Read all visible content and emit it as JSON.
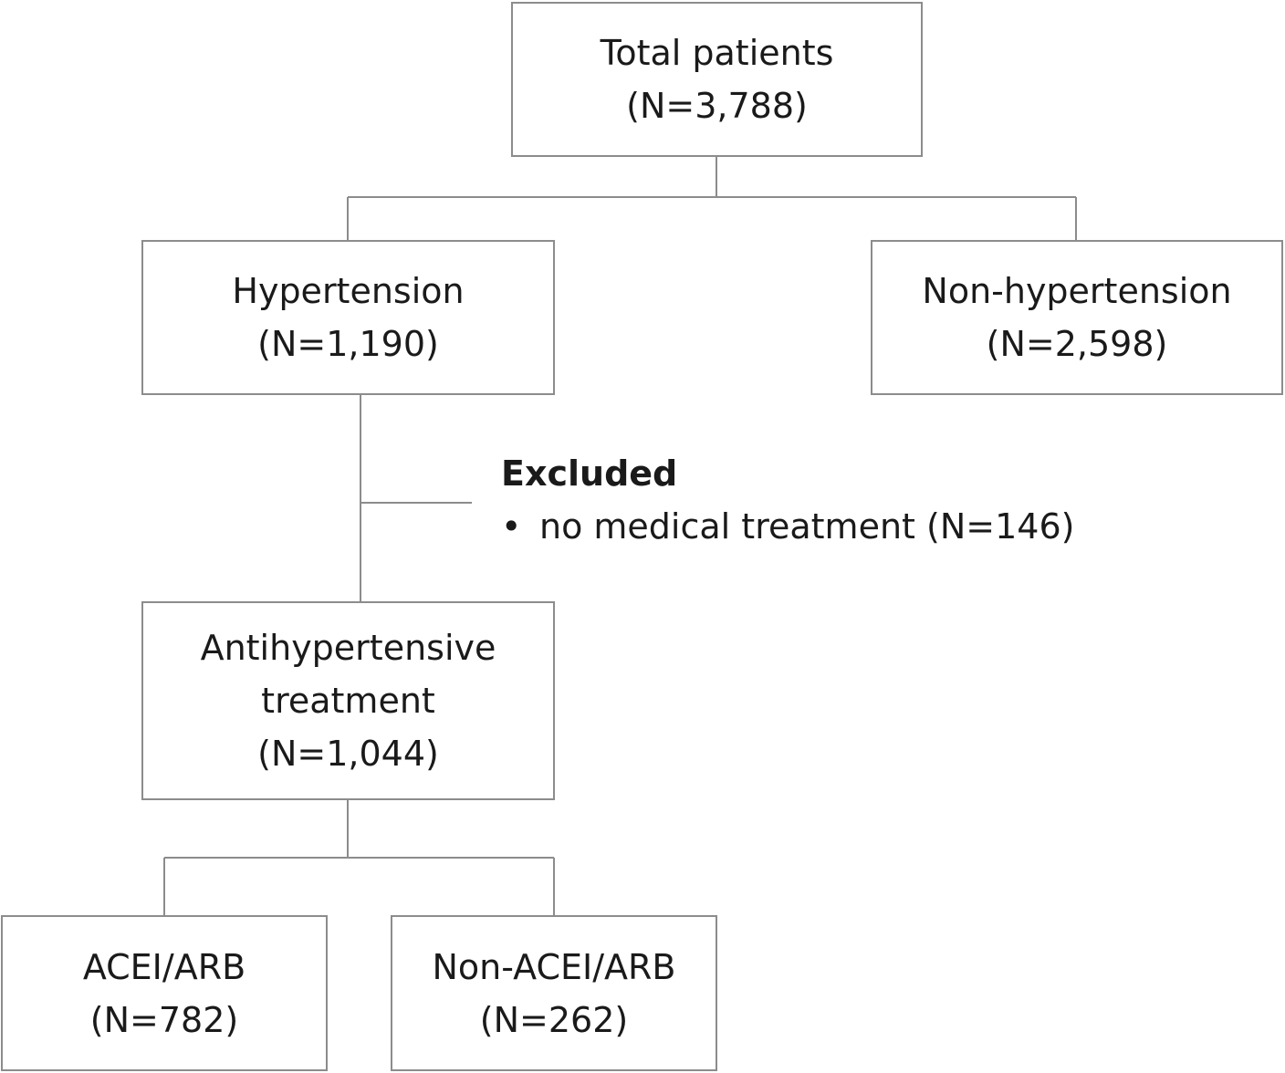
{
  "boxes": {
    "total": {
      "label": "Total patients",
      "count": "(N=3,788)"
    },
    "hypertension": {
      "label": "Hypertension",
      "count": "(N=1,190)"
    },
    "non_hypertension": {
      "label": "Non-hypertension",
      "count": "(N=2,598)"
    },
    "treatment": {
      "label_line1": "Antihypertensive",
      "label_line2": "treatment",
      "count": "(N=1,044)"
    },
    "acei_arb": {
      "label": "ACEI/ARB",
      "count": "(N=782)"
    },
    "non_acei_arb": {
      "label": "Non-ACEI/ARB",
      "count": "(N=262)"
    }
  },
  "excluded": {
    "title": "Excluded",
    "bullet": "•",
    "items": [
      "no medical treatment (N=146)"
    ]
  },
  "colors": {
    "border": "#8c8c8c",
    "text": "#1a1a1a"
  }
}
